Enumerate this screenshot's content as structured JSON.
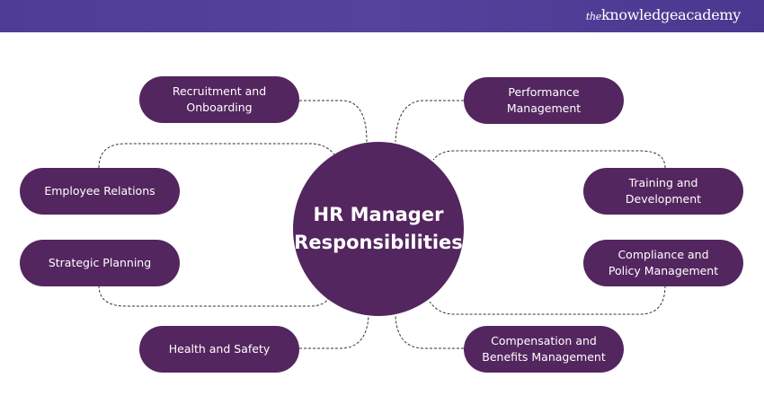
{
  "header": {
    "logo_prefix": "the",
    "logo_text": "knowledgeacademy"
  },
  "center": {
    "title": "HR Manager\nResponsibilities"
  },
  "nodes": {
    "recruitment": "Recruitment and\nOnboarding",
    "performance": "Performance\nManagement",
    "employee_relations": "Employee Relations",
    "training": "Training and\nDevelopment",
    "strategic": "Strategic Planning",
    "compliance": "Compliance and\nPolicy Management",
    "health": "Health and Safety",
    "compensation": "Compensation and\nBenefits Management"
  },
  "colors": {
    "header": "#4e3d97",
    "node": "#54265f",
    "connector": "#333333"
  }
}
